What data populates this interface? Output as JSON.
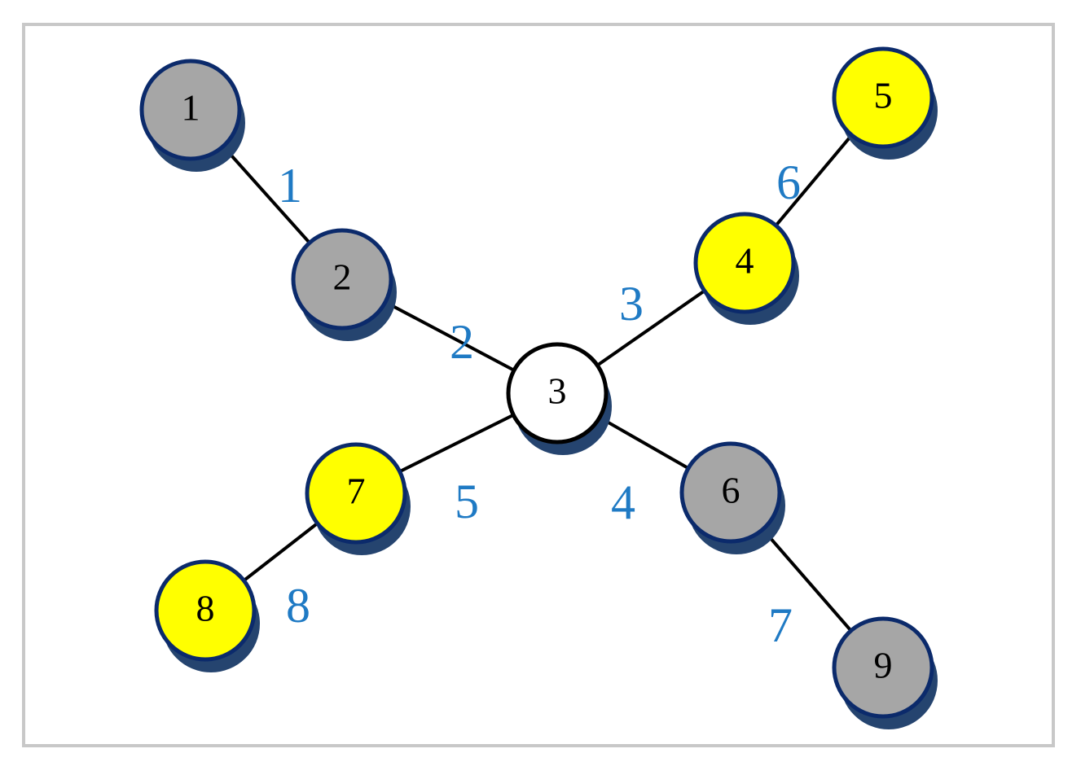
{
  "colors": {
    "border": "#c8c8c8",
    "edge": "#000000",
    "edge_label": "#1f7ac4",
    "node_stroke": "#0b2a6b",
    "node_shadow": "#25446f",
    "gray_fill": "#a6a6a6",
    "yellow_fill": "#ffff00",
    "white_fill": "#ffffff",
    "center_stroke": "#000000"
  },
  "nodes": [
    {
      "id": "1",
      "label": "1",
      "fill": "gray"
    },
    {
      "id": "2",
      "label": "2",
      "fill": "gray"
    },
    {
      "id": "3",
      "label": "3",
      "fill": "white"
    },
    {
      "id": "4",
      "label": "4",
      "fill": "yellow"
    },
    {
      "id": "5",
      "label": "5",
      "fill": "yellow"
    },
    {
      "id": "6",
      "label": "6",
      "fill": "gray"
    },
    {
      "id": "7",
      "label": "7",
      "fill": "yellow"
    },
    {
      "id": "8",
      "label": "8",
      "fill": "yellow"
    },
    {
      "id": "9",
      "label": "9",
      "fill": "gray"
    }
  ],
  "edges": [
    {
      "from": "1",
      "to": "2",
      "label": "1"
    },
    {
      "from": "2",
      "to": "3",
      "label": "2"
    },
    {
      "from": "3",
      "to": "4",
      "label": "3"
    },
    {
      "from": "3",
      "to": "6",
      "label": "4"
    },
    {
      "from": "3",
      "to": "7",
      "label": "5"
    },
    {
      "from": "4",
      "to": "5",
      "label": "6"
    },
    {
      "from": "6",
      "to": "9",
      "label": "7"
    },
    {
      "from": "7",
      "to": "8",
      "label": "8"
    }
  ]
}
